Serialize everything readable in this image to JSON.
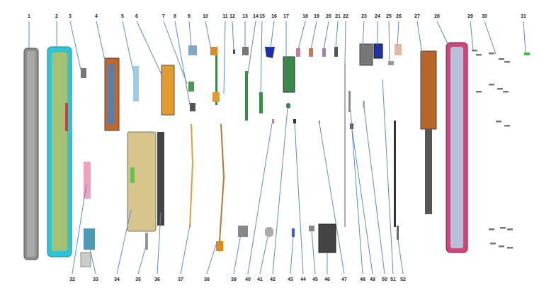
{
  "diagram": {
    "type": "exploded-parts-view",
    "top_labels": [
      "1",
      "2",
      "3",
      "4",
      "5",
      "6",
      "7",
      "8",
      "9",
      "10",
      "11",
      "12",
      "13",
      "14",
      "15",
      "16",
      "17",
      "18",
      "19",
      "20",
      "21",
      "22",
      "23",
      "24",
      "25",
      "26",
      "27",
      "28",
      "29",
      "30",
      "31"
    ],
    "bottom_labels": [
      "32",
      "33",
      "34",
      "35",
      "36",
      "37",
      "38",
      "39",
      "40",
      "41",
      "42",
      "43",
      "44",
      "45",
      "46",
      "47",
      "48",
      "49",
      "50",
      "51",
      "52"
    ],
    "colors": {
      "leader": "#5b8fbf",
      "frame": "#2ec4d6",
      "back_cover": "#d0457a",
      "battery": "#d7c48a",
      "flex": "#d9a23a",
      "pcb": "#3a8a4a",
      "gray": "#9a9a9a",
      "dark": "#333333"
    }
  }
}
